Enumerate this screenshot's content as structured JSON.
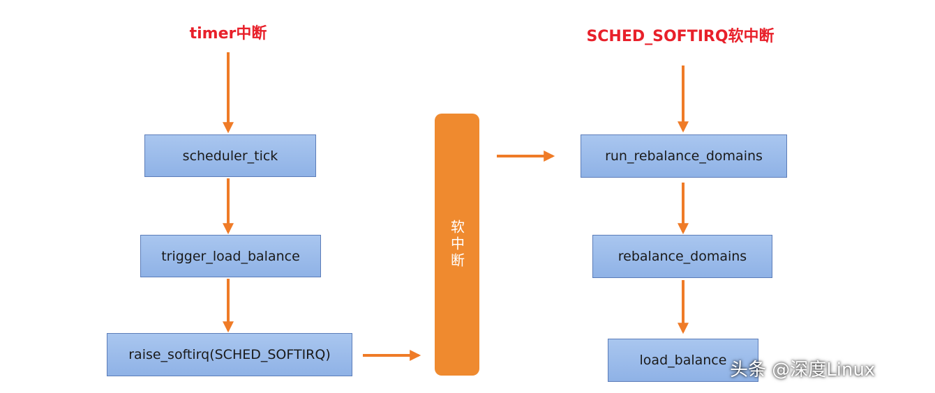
{
  "left_column": {
    "heading": "timer中断",
    "boxes": [
      "scheduler_tick",
      "trigger_load_balance",
      "raise_softirq(SCHED_SOFTIRQ)"
    ]
  },
  "softirq_bar": {
    "label": "软中断"
  },
  "right_column": {
    "heading": "SCHED_SOFTIRQ软中断",
    "boxes": [
      "run_rebalance_domains",
      "rebalance_domains",
      "load_balance"
    ]
  },
  "watermark": "头条 @深度Linux",
  "colors": {
    "heading": "#e8202a",
    "arrow": "#ef7b27",
    "box_fill": "#9dbcec",
    "box_border": "#5b7cb8",
    "bar": "#ef8a2f"
  }
}
